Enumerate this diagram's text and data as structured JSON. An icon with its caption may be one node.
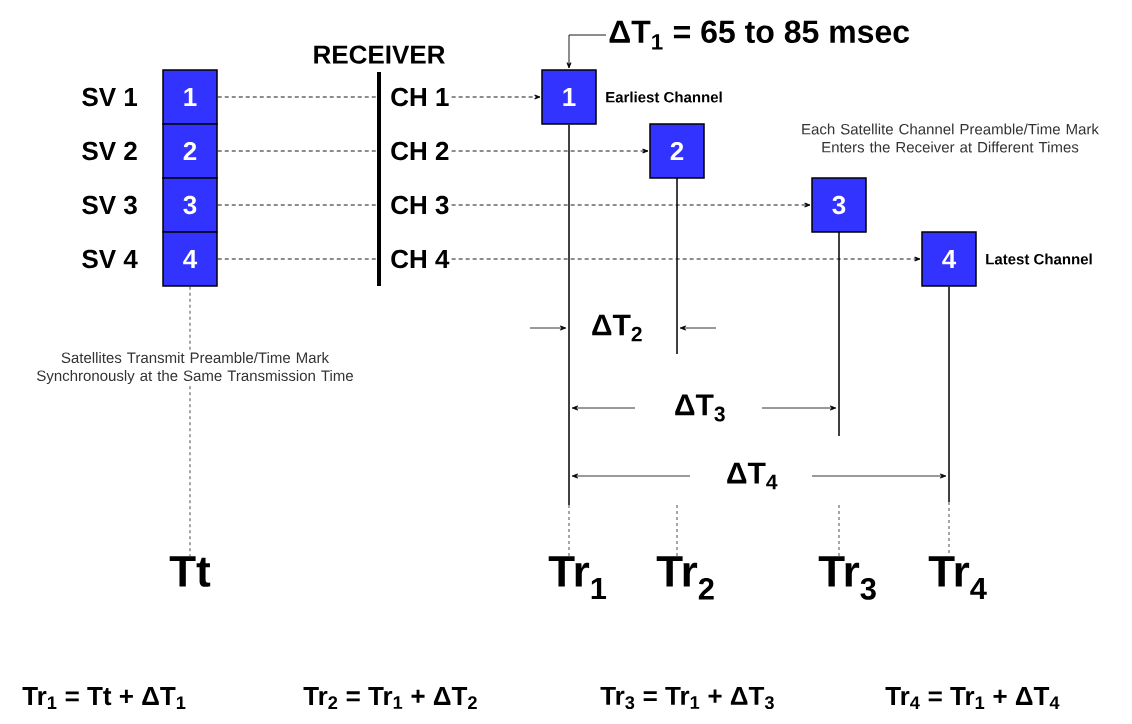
{
  "diagram": {
    "nodes": [
      {
        "text": [
          "1"
        ],
        "beside": [
          "SV 1"
        ]
      },
      {
        "text": [
          "2"
        ],
        "beside": [
          "SV 2"
        ]
      },
      {
        "text": [
          "3"
        ],
        "beside": [
          "SV 3"
        ]
      },
      {
        "text": [
          "4"
        ],
        "beside": [
          "SV 4"
        ]
      },
      {
        "text": [
          "RECEIVER"
        ]
      },
      {
        "text": [
          "CH 1"
        ]
      },
      {
        "text": [
          "CH 2"
        ]
      },
      {
        "text": [
          "CH 3"
        ]
      },
      {
        "text": [
          "CH 4"
        ]
      },
      {
        "text": [
          "1"
        ],
        "beside": [
          "Earliest Channel"
        ]
      },
      {
        "text": [
          "2"
        ]
      },
      {
        "text": [
          "3"
        ]
      },
      {
        "text": [
          "4"
        ],
        "beside": [
          "Latest Channel"
        ]
      },
      {
        "text": [
          "ΔT$_{1}$ = 65 to 85 msec"
        ]
      },
      {
        "text": [
          "Tt"
        ]
      },
      {
        "text": [
          "Tr$_{1}$"
        ]
      },
      {
        "text": [
          "Tr$_{2}$"
        ]
      },
      {
        "text": [
          "Tr$_{3}$"
        ]
      },
      {
        "text": [
          "Tr$_{4}$"
        ]
      },
      {
        "text": [
          "Satellites Transmit Preamble/Time Mark Synchronously at the Same Transmission Time"
        ]
      }
    ],
    "edges": [
      {
        "from": 0,
        "to": 4,
        "arrow": "none",
        "style": "dashed"
      },
      {
        "from": 1,
        "to": 4,
        "arrow": "none",
        "style": "dashed"
      },
      {
        "from": 2,
        "to": 4,
        "arrow": "none",
        "style": "dashed"
      },
      {
        "from": 3,
        "to": 4,
        "arrow": "none",
        "style": "dashed"
      },
      {
        "from": 5,
        "to": 9,
        "arrow": "to",
        "style": "dashed"
      },
      {
        "from": 6,
        "to": 10,
        "arrow": "to",
        "style": "dashed"
      },
      {
        "from": 7,
        "to": 11,
        "arrow": "to",
        "style": "dashed"
      },
      {
        "from": 8,
        "to": 12,
        "arrow": "to",
        "style": "dashed"
      },
      {
        "from": 13,
        "to": 9,
        "arrow": "to"
      },
      {
        "from": 3,
        "to": 19,
        "arrow": "none",
        "style": "dashed"
      },
      {
        "from": 19,
        "to": 14,
        "arrow": "none",
        "style": "dashed"
      },
      {
        "from": 9,
        "to": 15,
        "arrow": "none"
      },
      {
        "from": null,
        "to": 16,
        "arrow": "none",
        "style": "dashed"
      },
      {
        "from": null,
        "to": 17,
        "arrow": "none",
        "style": "dashed"
      },
      {
        "from": 12,
        "to": 18,
        "arrow": "none"
      }
    ],
    "labels": [
      "Each Satellite Channel Preamble/Time Mark Enters the Receiver at Different Times",
      "ΔT$_{2}$",
      "ΔT$_{3}$",
      "ΔT$_{4}$",
      "Tr$_{1}$ = Tt + ΔT$_{1}$",
      "Tr$_{2}$ = Tr$_{1}$ + ΔT$_{2}$",
      "Tr$_{3}$ = Tr$_{1}$ + ΔT$_{3}$",
      "Tr$_{4}$ = Tr$_{1}$ + ΔT$_{4}$"
    ]
  }
}
